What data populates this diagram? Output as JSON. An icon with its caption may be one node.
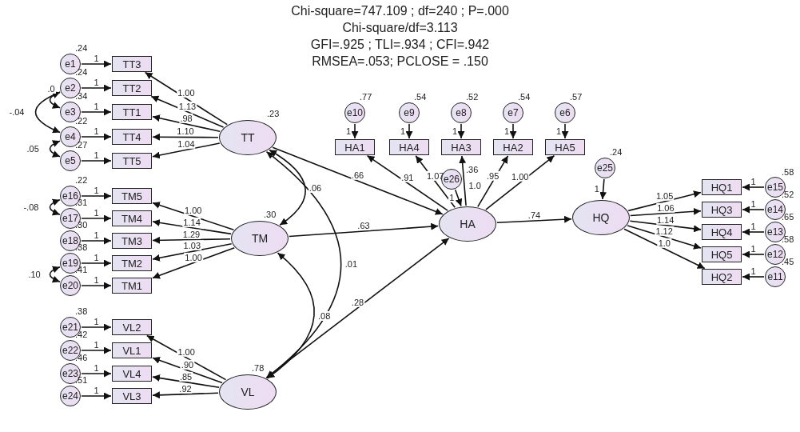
{
  "diagram": {
    "title": "Chi-square=747.109 ; df=240 ; P=.000",
    "labels": [
      "Chi-square/df=3.113",
      "GFI=.925 ; TLI=.934 ; CFI=.942",
      "RMSEA=.053; PCLOSE = .150"
    ],
    "nodes": [
      {
        "text": [
          "e1"
        ],
        "beside": [
          ".24"
        ]
      },
      {
        "text": [
          "TT3"
        ]
      },
      {
        "text": [
          "e2"
        ],
        "beside": [
          ".24"
        ]
      },
      {
        "text": [
          "TT2"
        ]
      },
      {
        "text": [
          "e3"
        ],
        "beside": [
          ".34"
        ]
      },
      {
        "text": [
          "TT1"
        ]
      },
      {
        "text": [
          "e4"
        ],
        "beside": [
          ".22"
        ]
      },
      {
        "text": [
          "TT4"
        ]
      },
      {
        "text": [
          "e5"
        ],
        "beside": [
          ".27"
        ]
      },
      {
        "text": [
          "TT5"
        ]
      },
      {
        "text": [
          "TT"
        ],
        "beside": [
          ".23"
        ]
      },
      {
        "text": [
          "e10"
        ],
        "beside": [
          ".77"
        ]
      },
      {
        "text": [
          "HA1"
        ]
      },
      {
        "text": [
          "e9"
        ],
        "beside": [
          ".54"
        ]
      },
      {
        "text": [
          "HA4"
        ]
      },
      {
        "text": [
          "e8"
        ],
        "beside": [
          ".52"
        ]
      },
      {
        "text": [
          "HA3"
        ]
      },
      {
        "text": [
          "e7"
        ],
        "beside": [
          ".54"
        ]
      },
      {
        "text": [
          "HA2"
        ]
      },
      {
        "text": [
          "e6"
        ],
        "beside": [
          ".57"
        ]
      },
      {
        "text": [
          "HA5"
        ]
      },
      {
        "text": [
          "e26"
        ],
        "beside": [
          ".36"
        ]
      },
      {
        "text": [
          "e25"
        ],
        "beside": [
          ".24"
        ]
      },
      {
        "text": [
          "HA"
        ]
      },
      {
        "text": [
          "HQ"
        ]
      },
      {
        "text": [
          "e15"
        ],
        "beside": [
          ".58"
        ]
      },
      {
        "text": [
          "HQ1"
        ]
      },
      {
        "text": [
          "e14"
        ],
        "beside": [
          ".52"
        ]
      },
      {
        "text": [
          "HQ3"
        ]
      },
      {
        "text": [
          "e13"
        ],
        "beside": [
          ".65"
        ]
      },
      {
        "text": [
          "HQ4"
        ]
      },
      {
        "text": [
          "e12"
        ],
        "beside": [
          ".58"
        ]
      },
      {
        "text": [
          "HQ5"
        ]
      },
      {
        "text": [
          "e11"
        ],
        "beside": [
          ".45"
        ]
      },
      {
        "text": [
          "HQ2"
        ]
      },
      {
        "text": [
          "e16"
        ],
        "beside": [
          ".22"
        ]
      },
      {
        "text": [
          "TM5"
        ]
      },
      {
        "text": [
          "e17"
        ],
        "beside": [
          ".31"
        ]
      },
      {
        "text": [
          "TM4"
        ]
      },
      {
        "text": [
          "e18"
        ],
        "beside": [
          ".30"
        ]
      },
      {
        "text": [
          "TM3"
        ]
      },
      {
        "text": [
          "e19"
        ],
        "beside": [
          ".38"
        ]
      },
      {
        "text": [
          "TM2"
        ]
      },
      {
        "text": [
          "e20"
        ],
        "beside": [
          ".41"
        ]
      },
      {
        "text": [
          "TM1"
        ]
      },
      {
        "text": [
          "TM"
        ],
        "beside": [
          ".30"
        ]
      },
      {
        "text": [
          "e21"
        ],
        "beside": [
          ".38"
        ]
      },
      {
        "text": [
          "VL2"
        ]
      },
      {
        "text": [
          "e22"
        ],
        "beside": [
          ".42"
        ]
      },
      {
        "text": [
          "VL1"
        ]
      },
      {
        "text": [
          "e23"
        ],
        "beside": [
          ".46"
        ]
      },
      {
        "text": [
          "VL4"
        ]
      },
      {
        "text": [
          "e24"
        ],
        "beside": [
          ".51"
        ]
      },
      {
        "text": [
          "VL3"
        ]
      },
      {
        "text": [
          "VL"
        ],
        "beside": [
          ".78"
        ]
      }
    ],
    "edges": [
      {
        "from": 0,
        "to": 1,
        "arrow": "to",
        "label": "1"
      },
      {
        "from": 2,
        "to": 3,
        "arrow": "to",
        "label": "1"
      },
      {
        "from": 4,
        "to": 5,
        "arrow": "to",
        "label": "1"
      },
      {
        "from": 6,
        "to": 7,
        "arrow": "to",
        "label": "1"
      },
      {
        "from": 8,
        "to": 9,
        "arrow": "to",
        "label": "1"
      },
      {
        "from": 10,
        "to": 1,
        "arrow": "to",
        "label": "1.00"
      },
      {
        "from": 10,
        "to": 3,
        "arrow": "to",
        "label": "1.13"
      },
      {
        "from": 10,
        "to": 5,
        "arrow": "to",
        "label": ".98"
      },
      {
        "from": 10,
        "to": 7,
        "arrow": "to",
        "label": "1.10"
      },
      {
        "from": 10,
        "to": 9,
        "arrow": "to",
        "label": "1.04"
      },
      {
        "from": 2,
        "to": 4,
        "arrow": "both",
        "label": ".0"
      },
      {
        "from": 2,
        "to": 6,
        "arrow": "both",
        "label": "-.04"
      },
      {
        "from": 6,
        "to": 8,
        "arrow": "both",
        "label": ".05"
      },
      {
        "from": 11,
        "to": 12,
        "arrow": "to",
        "label": "1"
      },
      {
        "from": 13,
        "to": 14,
        "arrow": "to",
        "label": "1"
      },
      {
        "from": 15,
        "to": 16,
        "arrow": "to",
        "label": "1"
      },
      {
        "from": 17,
        "to": 18,
        "arrow": "to",
        "label": "1"
      },
      {
        "from": 19,
        "to": 20,
        "arrow": "to",
        "label": "1"
      },
      {
        "from": 23,
        "to": 12,
        "arrow": "to",
        "label": ".91"
      },
      {
        "from": 23,
        "to": 14,
        "arrow": "to",
        "label": "1.07"
      },
      {
        "from": 23,
        "to": 16,
        "arrow": "to",
        "label": "1.0"
      },
      {
        "from": 23,
        "to": 18,
        "arrow": "to",
        "label": ".95"
      },
      {
        "from": 23,
        "to": 20,
        "arrow": "to",
        "label": "1.00"
      },
      {
        "from": 21,
        "to": 23,
        "arrow": "to",
        "label": "1"
      },
      {
        "from": 10,
        "to": 23,
        "arrow": "to",
        "label": ".66"
      },
      {
        "from": 45,
        "to": 23,
        "arrow": "to",
        "label": ".63"
      },
      {
        "from": 54,
        "to": 23,
        "arrow": "to",
        "label": ".28"
      },
      {
        "from": 23,
        "to": 24,
        "arrow": "to",
        "label": ".74"
      },
      {
        "from": 22,
        "to": 24,
        "arrow": "to",
        "label": "1"
      },
      {
        "from": 24,
        "to": 26,
        "arrow": "to",
        "label": "1.05"
      },
      {
        "from": 24,
        "to": 28,
        "arrow": "to",
        "label": "1.06"
      },
      {
        "from": 24,
        "to": 30,
        "arrow": "to",
        "label": "1.14"
      },
      {
        "from": 24,
        "to": 32,
        "arrow": "to",
        "label": "1.12"
      },
      {
        "from": 24,
        "to": 34,
        "arrow": "to",
        "label": "1.0"
      },
      {
        "from": 25,
        "to": 26,
        "arrow": "to",
        "label": "1"
      },
      {
        "from": 27,
        "to": 28,
        "arrow": "to",
        "label": "1"
      },
      {
        "from": 29,
        "to": 30,
        "arrow": "to",
        "label": "1"
      },
      {
        "from": 31,
        "to": 32,
        "arrow": "to",
        "label": "1"
      },
      {
        "from": 33,
        "to": 34,
        "arrow": "to",
        "label": "1"
      },
      {
        "from": 35,
        "to": 36,
        "arrow": "to",
        "label": "1"
      },
      {
        "from": 37,
        "to": 38,
        "arrow": "to",
        "label": "1"
      },
      {
        "from": 39,
        "to": 40,
        "arrow": "to",
        "label": "1"
      },
      {
        "from": 41,
        "to": 42,
        "arrow": "to",
        "label": "1"
      },
      {
        "from": 43,
        "to": 44,
        "arrow": "to",
        "label": "1"
      },
      {
        "from": 45,
        "to": 36,
        "arrow": "to",
        "label": "1.00"
      },
      {
        "from": 45,
        "to": 38,
        "arrow": "to",
        "label": "1.14"
      },
      {
        "from": 45,
        "to": 40,
        "arrow": "to",
        "label": "1.29"
      },
      {
        "from": 45,
        "to": 42,
        "arrow": "to",
        "label": "1.03"
      },
      {
        "from": 45,
        "to": 44,
        "arrow": "to",
        "label": "1.00"
      },
      {
        "from": 35,
        "to": 37,
        "arrow": "both",
        "label": "-.08"
      },
      {
        "from": 41,
        "to": 43,
        "arrow": "both",
        "label": ".10"
      },
      {
        "from": 46,
        "to": 47,
        "arrow": "to",
        "label": "1"
      },
      {
        "from": 48,
        "to": 49,
        "arrow": "to",
        "label": "1"
      },
      {
        "from": 50,
        "to": 51,
        "arrow": "to",
        "label": "1"
      },
      {
        "from": 52,
        "to": 53,
        "arrow": "to",
        "label": "1"
      },
      {
        "from": 54,
        "to": 47,
        "arrow": "to",
        "label": "1.00"
      },
      {
        "from": 54,
        "to": 49,
        "arrow": "to",
        "label": ".90"
      },
      {
        "from": 54,
        "to": 51,
        "arrow": "to",
        "label": ".85"
      },
      {
        "from": 54,
        "to": 53,
        "arrow": "to",
        "label": ".92"
      },
      {
        "from": 10,
        "to": 45,
        "arrow": "both",
        "label": ".06"
      },
      {
        "from": 10,
        "to": 54,
        "arrow": "both",
        "label": ".01"
      },
      {
        "from": 45,
        "to": 54,
        "arrow": "both",
        "label": ".08"
      }
    ]
  }
}
